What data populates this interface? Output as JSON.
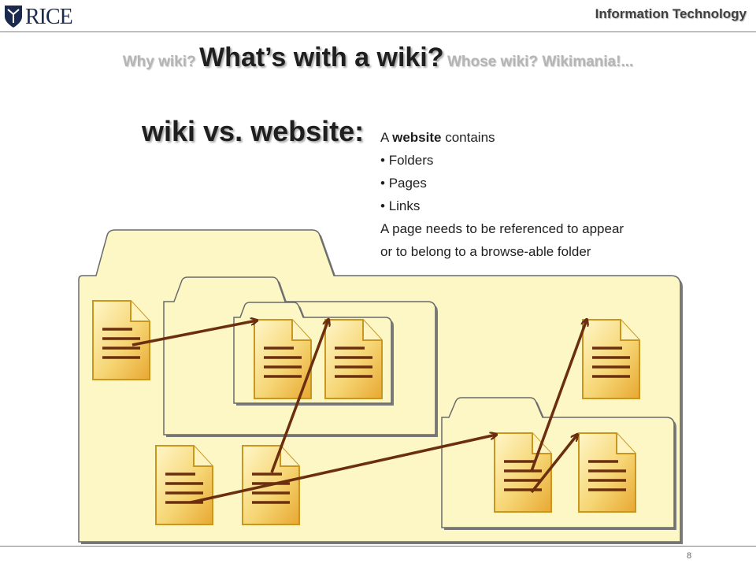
{
  "header": {
    "logo_text": "RICE",
    "department": "Information Technology"
  },
  "title": {
    "prefix": "Why wiki?",
    "main": "What’s with a wiki?",
    "suffix": "Whose wiki?  Wikimania!..."
  },
  "subtitle": "wiki vs. website:",
  "website_text": {
    "intro_before": "A ",
    "intro_bold": "website",
    "intro_after": " contains",
    "items": [
      "Folders",
      "Pages",
      "Links"
    ],
    "note_line1": "A page needs to be referenced to appear",
    "note_line2": "or to belong to a browse-able folder"
  },
  "page_number": "8",
  "colors": {
    "folder_fill": "#fdf7c6",
    "page_fill": "#f7d86a",
    "arrow": "#6b2e0e"
  }
}
